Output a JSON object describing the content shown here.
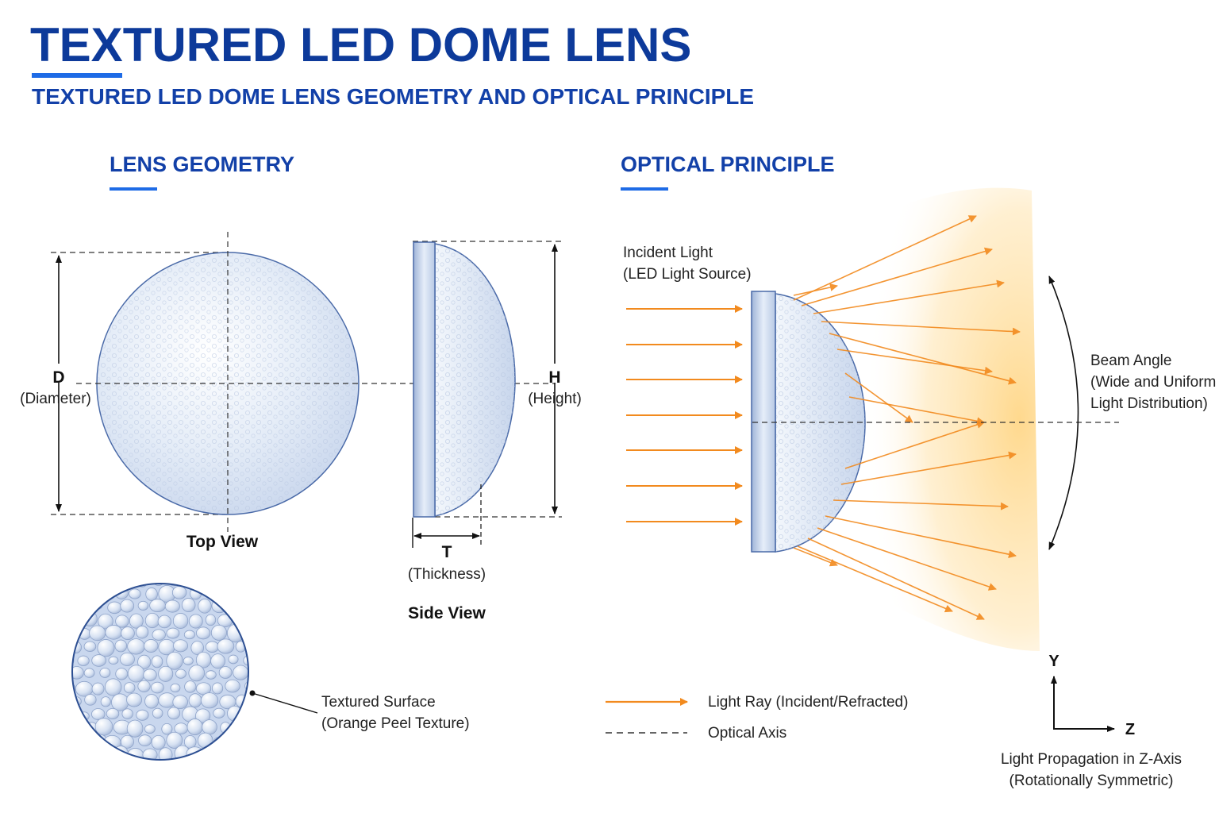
{
  "header": {
    "title": "TEXTURED LED DOME LENS",
    "subtitle": "TEXTURED LED DOME LENS GEOMETRY AND OPTICAL PRINCIPLE"
  },
  "sections": {
    "geometry": "LENS GEOMETRY",
    "optical": "OPTICAL PRINCIPLE"
  },
  "geometry": {
    "diameter_symbol": "D",
    "diameter_label": "(Diameter)",
    "top_view_label": "Top View",
    "height_symbol": "H",
    "height_label": "(Height)",
    "thickness_symbol": "T",
    "thickness_label": "(Thickness)",
    "side_view_label": "Side View",
    "texture_label_1": "Textured Surface",
    "texture_label_2": "(Orange Peel Texture)"
  },
  "optical": {
    "incident_label_1": "Incident Light",
    "incident_label_2": "(LED Light Source)",
    "beam_label_1": "Beam Angle",
    "beam_label_2": "(Wide and Uniform",
    "beam_label_3": "Light Distribution)"
  },
  "legend": {
    "ray_label": "Light Ray (Incident/Refracted)",
    "axis_label": "Optical Axis"
  },
  "axes": {
    "y_label": "Y",
    "z_label": "Z",
    "caption_1": "Light Propagation in Z-Axis",
    "caption_2": "(Rotationally Symmetric)"
  },
  "colors": {
    "title": "#0d3a9a",
    "accent": "#1e6be6",
    "ray": "#f28a1e",
    "lens_edge": "#4a6aa8",
    "lens_fill": "#dfe8f5"
  }
}
